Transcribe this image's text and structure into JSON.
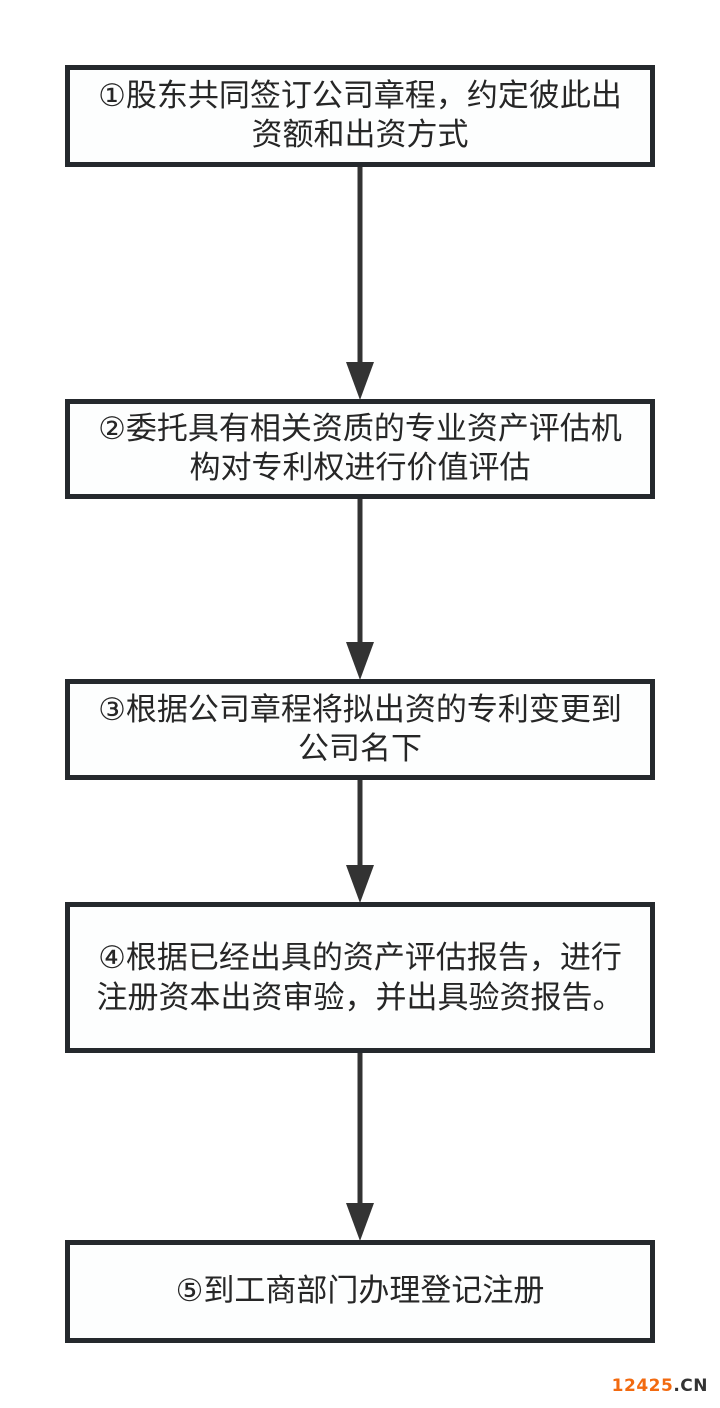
{
  "flowchart": {
    "steps": [
      {
        "number": "①",
        "text": "①股东共同签订公司章程，约定彼此出资额和出资方式"
      },
      {
        "number": "②",
        "text": "②委托具有相关资质的专业资产评估机构对专利权进行价值评估"
      },
      {
        "number": "③",
        "text": "③根据公司章程将拟出资的专利变更到公司名下"
      },
      {
        "number": "④",
        "text": "④根据已经出具的资产评估报告，进行注册资本出资审验，并出具验资报告。"
      },
      {
        "number": "⑤",
        "text": "⑤到工商部门办理登记注册"
      }
    ],
    "connector": "arrow-down",
    "colors": {
      "border": "#25292d",
      "text": "#262626",
      "arrow": "#333333"
    }
  },
  "watermark": {
    "number": "12425",
    "domain": ".CN",
    "colors": {
      "number": "#f26a10",
      "domain": "#333333"
    }
  }
}
